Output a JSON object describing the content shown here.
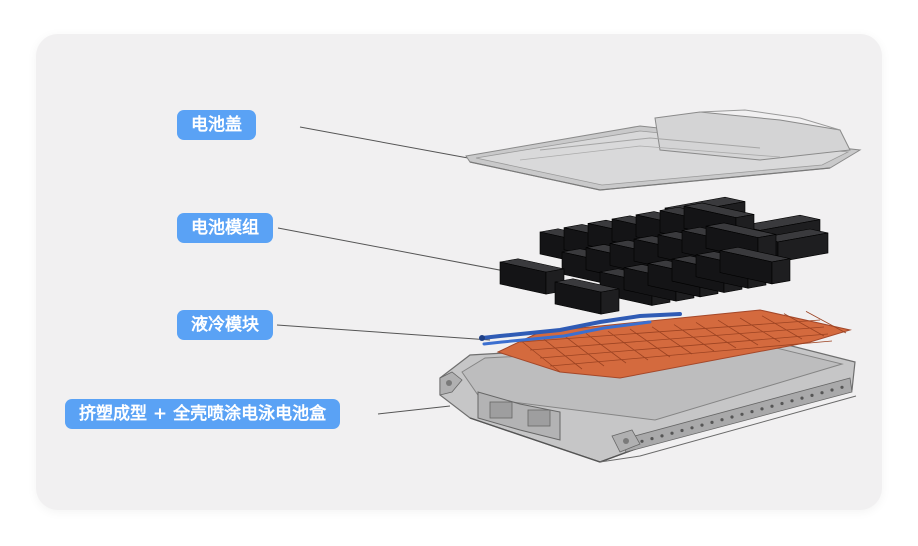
{
  "labels": {
    "cover": "电池盖",
    "module": "电池模组",
    "cooling": "液冷模块",
    "box": "挤塑成型 + 全壳喷涂电泳电池盒"
  },
  "colors": {
    "label_bg": "#5aa2f5",
    "card_bg": "#f1f0f1",
    "cooling_plate": "#d46a3e",
    "cooling_pipe": "#2f5bb5",
    "module_block": "#1e1e20"
  }
}
